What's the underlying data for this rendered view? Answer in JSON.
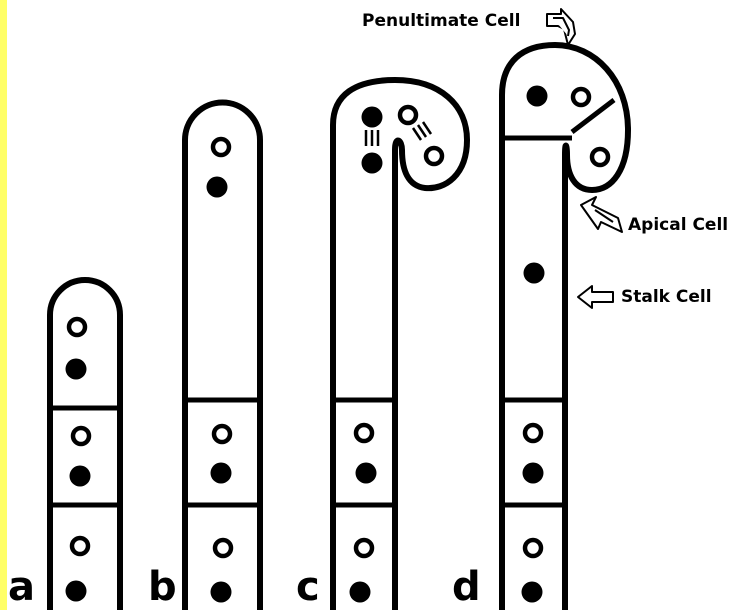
{
  "colors": {
    "background": "#ffffff",
    "left_strip": "#ffff66",
    "ink": "#000000"
  },
  "panels": [
    {
      "id": "a",
      "label": "a"
    },
    {
      "id": "b",
      "label": "b"
    },
    {
      "id": "c",
      "label": "c"
    },
    {
      "id": "d",
      "label": "d"
    }
  ],
  "callouts": {
    "penultimate": "Penultimate Cell",
    "apical": "Apical Cell",
    "stalk": "Stalk Cell"
  }
}
